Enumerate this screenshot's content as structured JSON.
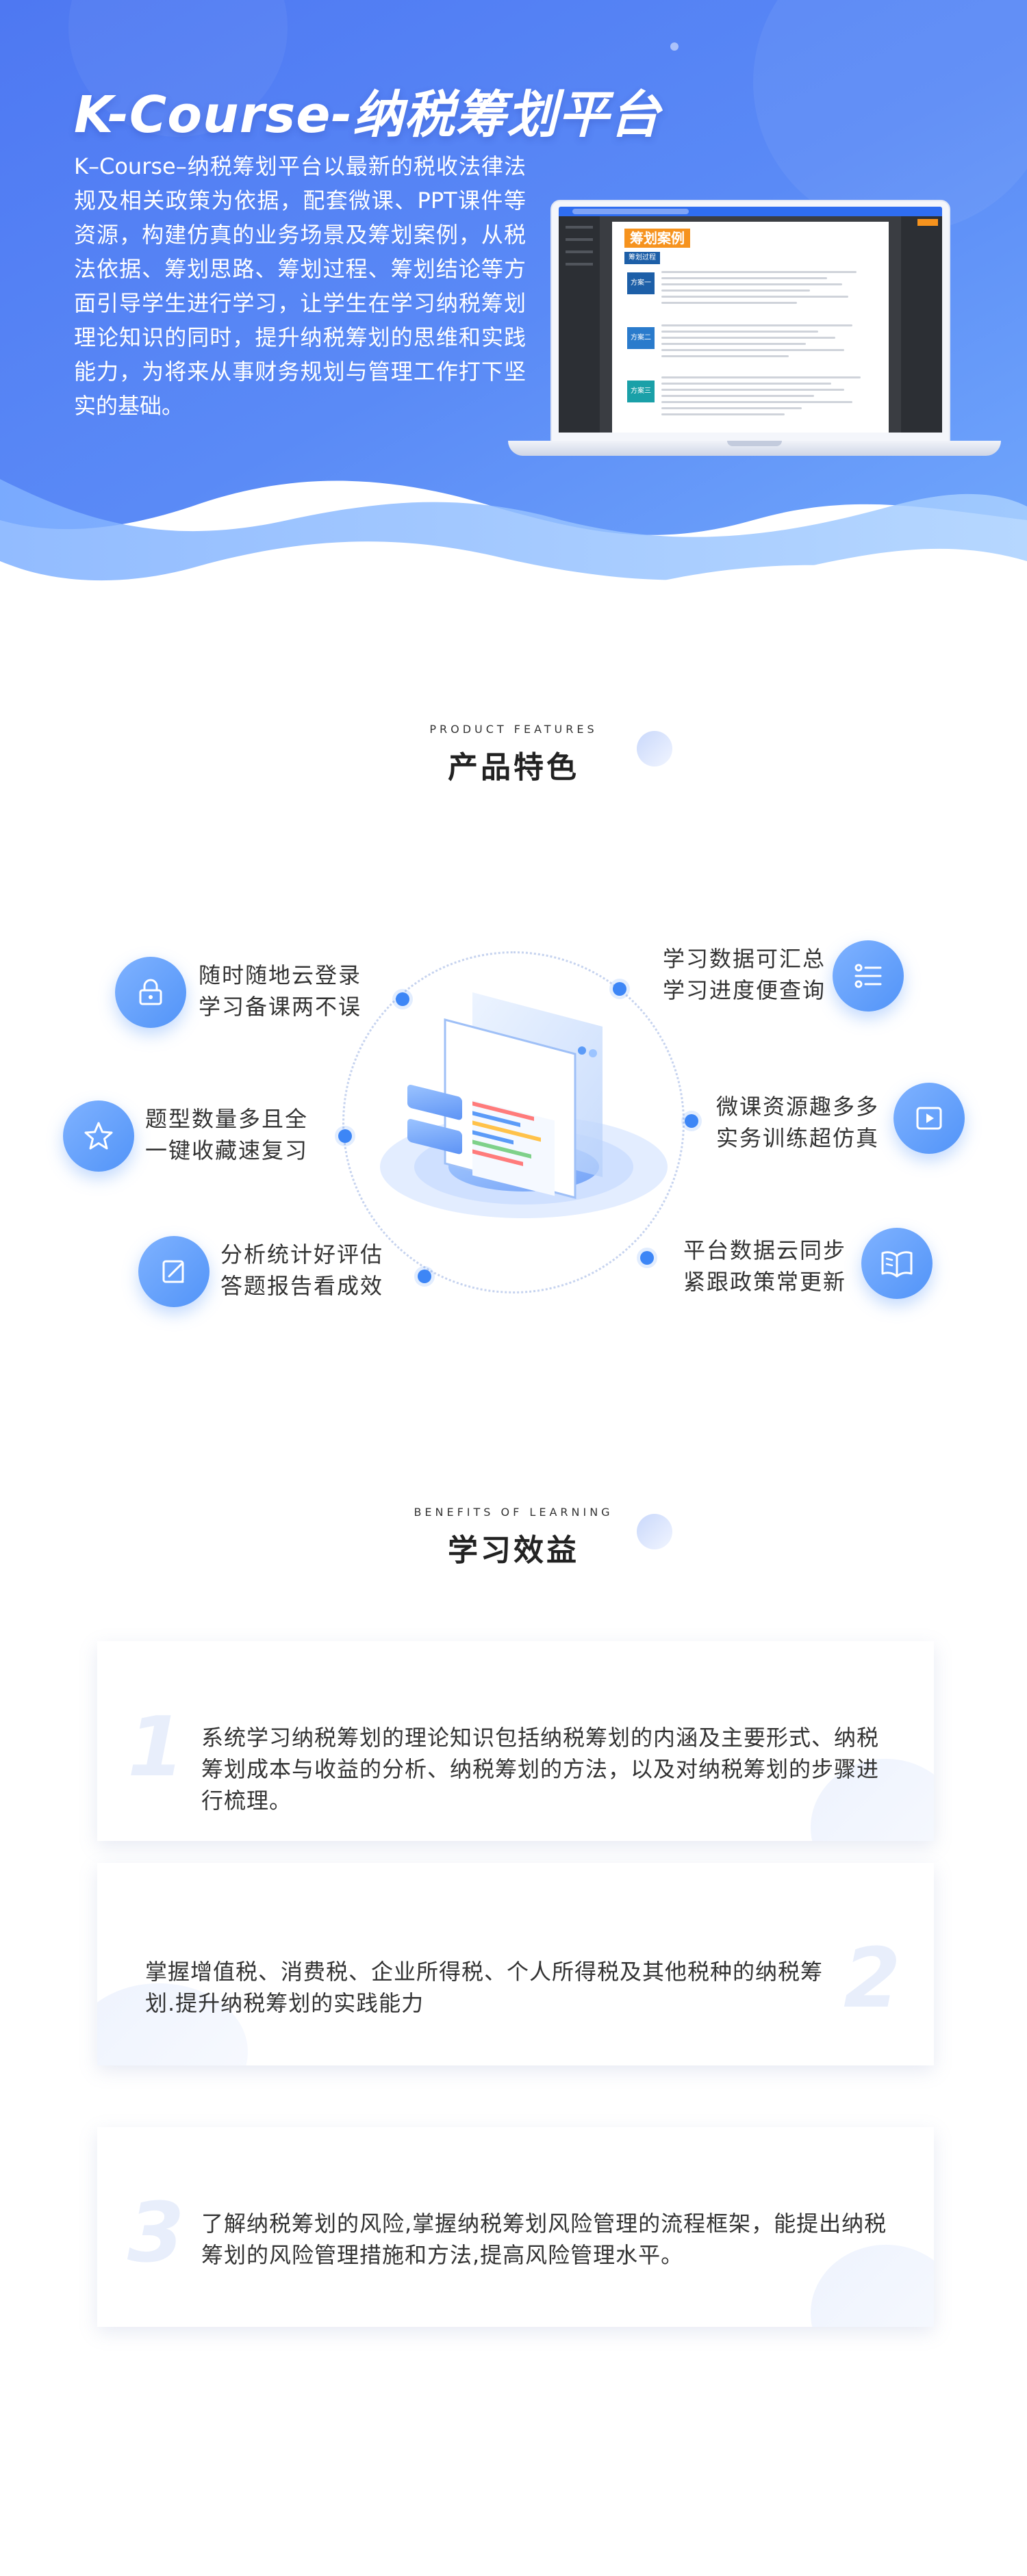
{
  "hero": {
    "title": "K-Course-纳税筹划平台",
    "description": "K–Course–纳税筹划平台以最新的税收法律法规及相关政策为依据，配套微课、PPT课件等资源，构建仿真的业务场景及筹划案例，从税法依据、筹划思路、筹划过程、筹划结论等方面引导学生进行学习，让学生在学习纳税筹划理论知识的同时，提升纳税筹划的思维和实践能力，为将来从事财务规划与管理工作打下坚实的基础。",
    "screen": {
      "doc_title": "筹划案例",
      "doc_subtitle": "筹划过程",
      "cases": [
        "方案一",
        "方案二",
        "方案三"
      ]
    }
  },
  "features": {
    "heading_en": "PRODUCT FEATURES",
    "heading_cn": "产品特色",
    "items": [
      {
        "line1": "随时随地云登录",
        "line2": "学习备课两不误",
        "icon": "lock-icon"
      },
      {
        "line1": "题型数量多且全",
        "line2": "一键收藏速复习",
        "icon": "star-icon"
      },
      {
        "line1": "分析统计好评估",
        "line2": "答题报告看成效",
        "icon": "edit-icon"
      },
      {
        "line1": "学习数据可汇总",
        "line2": "学习进度便查询",
        "icon": "list-icon"
      },
      {
        "line1": "微课资源趣多多",
        "line2": "实务训练超仿真",
        "icon": "play-icon"
      },
      {
        "line1": "平台数据云同步",
        "line2": "紧跟政策常更新",
        "icon": "book-icon"
      }
    ]
  },
  "benefits": {
    "heading_en": "BENEFITS OF LEARNING",
    "heading_cn": "学习效益",
    "items": [
      {
        "num": "1",
        "text": "系统学习纳税筹划的理论知识包括纳税筹划的内涵及主要形式、纳税筹划成本与收益的分析、纳税筹划的方法，以及对纳税筹划的步骤进行梳理。"
      },
      {
        "num": "2",
        "text": "掌握增值税、消费税、企业所得税、个人所得税及其他税种的纳税筹划.提升纳税筹划的实践能力"
      },
      {
        "num": "3",
        "text": "了解纳税筹划的风险,掌握纳税筹划风险管理的流程框架，能提出纳税筹划的风险管理措施和方法,提高风险管理水平。"
      }
    ]
  },
  "colors": {
    "primary": "#4d84f5",
    "accent": "#3d86f6",
    "orange": "#f6931e"
  }
}
